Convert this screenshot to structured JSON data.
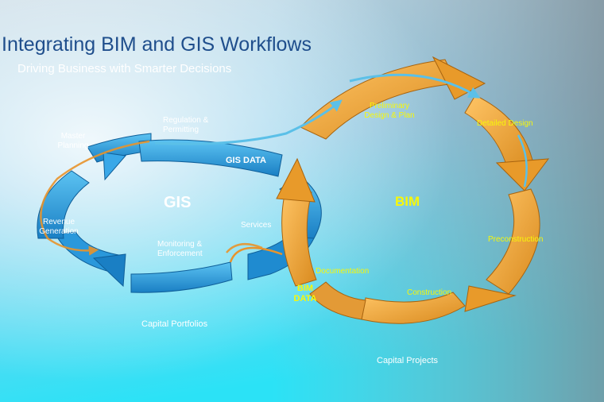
{
  "title": "Integrating BIM and GIS Workflows",
  "subtitle": "Driving Business with Smarter Decisions",
  "gis_cycle": {
    "center_label": "GIS",
    "labels": {
      "master_planning": "Master Planning",
      "regulation": "Regulation & Permitting",
      "gis_data": "GIS DATA",
      "services": "Services",
      "monitoring": "Monitoring & Enforcement",
      "revenue": "Revenue Generation"
    },
    "footer": "Capital Portfolios",
    "colors": {
      "segment": "#2fa5e6",
      "segment_dark": "#1676b8"
    }
  },
  "bim_cycle": {
    "center_label": "BIM",
    "labels": {
      "preliminary": "Preliminary Design & Plan",
      "detailed": "Detailed Design",
      "preconstruction": "Preconstruction",
      "construction": "Construction",
      "documentation": "Documentation",
      "bim_data": "BIM DATA"
    },
    "footer": "Capital Projects",
    "colors": {
      "arrow": "#f0a030",
      "arrow_dark": "#b86f12",
      "label": "#f7f70a"
    }
  },
  "colors": {
    "title": "#1f4e8c",
    "background_top": "#bcd8ea",
    "background_bottom": "#2fe0f5",
    "flow_line": "#5bc0e8"
  }
}
